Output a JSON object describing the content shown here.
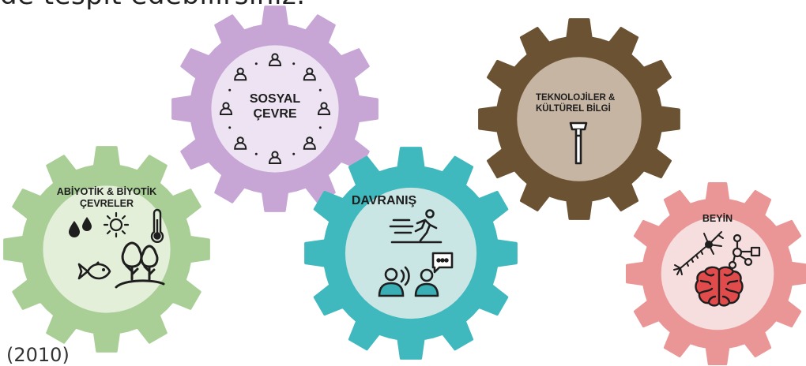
{
  "caption": {
    "top_text": "de tespit edebilirsiniz.",
    "bottom_text": "(2010)"
  },
  "colors": {
    "green_gear": "#a9cf97",
    "green_inner": "#e3efd9",
    "purple_gear": "#c7a6d6",
    "purple_inner": "#ede3f2",
    "teal_gear": "#3fb8be",
    "teal_inner": "#c9e6e5",
    "brown_gear": "#6b5233",
    "brown_inner": "#c6b5a3",
    "pink_gear": "#ea9696",
    "pink_inner": "#f6dede",
    "icon_teal": "#3aaeb5",
    "icon_red": "#e24b4b"
  },
  "gears": {
    "abiotic": {
      "label_line1": "ABİYOTİK & BİYOTİK",
      "label_line2": "ÇEVRELER",
      "icons": [
        "water-drops-icon",
        "sun-icon",
        "thermometer-icon",
        "fish-icon",
        "trees-icon"
      ]
    },
    "social": {
      "label_line1": "SOSYAL",
      "label_line2": "ÇEVRE",
      "icons": [
        "person-ring-icon"
      ]
    },
    "behavior": {
      "label": "DAVRANIŞ",
      "icons": [
        "running-person-icon",
        "speaking-person-icon",
        "chatting-person-icon"
      ]
    },
    "technology": {
      "label_line1": "TEKNOLOJİLER &",
      "label_line2": "KÜLTÜREL BİLGİ",
      "icons": [
        "axe-icon"
      ]
    },
    "brain": {
      "label": "BEYİN",
      "icons": [
        "neuron-icon",
        "network-icon",
        "brain-icon"
      ]
    }
  }
}
